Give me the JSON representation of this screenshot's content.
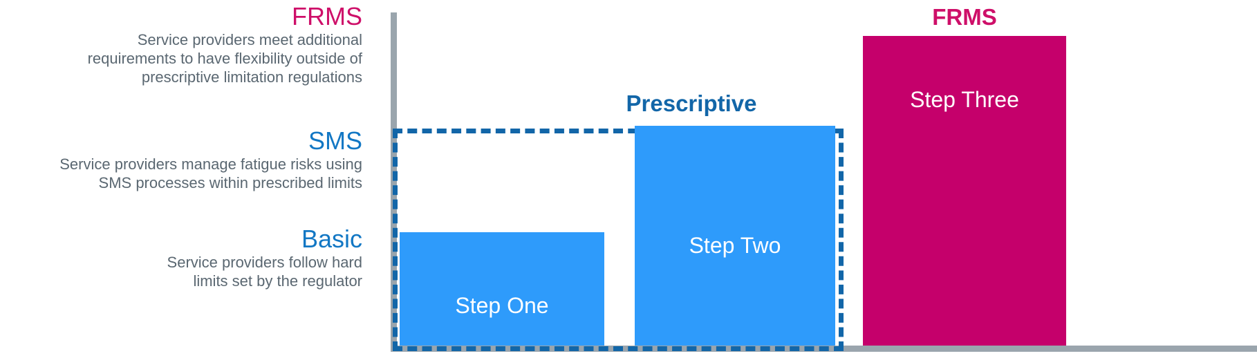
{
  "levels": [
    {
      "id": "frms",
      "heading": "FRMS",
      "heading_color": "#CE0F69",
      "body_lines": [
        "Service providers  meet additional",
        "requirements to have flexibility outside of",
        "prescriptive limitation regulations"
      ]
    },
    {
      "id": "sms",
      "heading": "SMS",
      "heading_color": "#1277C4",
      "body_lines": [
        "Service providers manage fatigue risks  using",
        "SMS processes within prescribed limits"
      ]
    },
    {
      "id": "basic",
      "heading": "Basic",
      "heading_color": "#1277C4",
      "body_lines": [
        "Service providers follow hard",
        "limits set by the regulator"
      ]
    }
  ],
  "chart_annotations": {
    "prescriptive_label": "Prescriptive",
    "prescriptive_color": "#1266A8",
    "frms_label": "FRMS",
    "frms_color": "#CE0F69"
  },
  "chart_data": {
    "type": "bar",
    "title": "",
    "xlabel": "",
    "ylabel": "",
    "categories": [
      "Step One",
      "Step Two",
      "Step Three"
    ],
    "values": [
      1,
      2,
      3
    ],
    "ylim": [
      0,
      3.2
    ],
    "grid": false,
    "legend": "none",
    "bar_labels": [
      "Step One",
      "Step Two",
      "Step Three"
    ],
    "bar_colors": [
      "#2E9BFB",
      "#2E9BFB",
      "#C5006B"
    ],
    "axis_color": "#9AA5AD",
    "annotations": [
      {
        "text": "Prescriptive",
        "covers": [
          "Step One",
          "Step Two"
        ],
        "style": "dashed-box",
        "color": "#1266A8"
      },
      {
        "text": "FRMS",
        "covers": [
          "Step Three"
        ],
        "style": "label-above",
        "color": "#CE0F69"
      }
    ]
  }
}
